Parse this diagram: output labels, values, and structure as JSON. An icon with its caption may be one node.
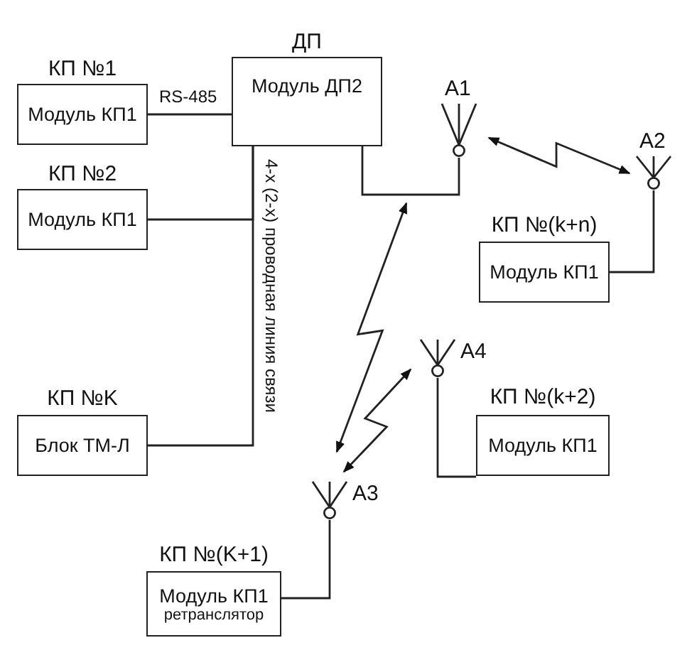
{
  "diagram": {
    "nodes": [
      {
        "text": [
          "ДП",
          "Модуль ДП2"
        ]
      },
      {
        "text": [
          "КП №1",
          "Модуль КП1"
        ]
      },
      {
        "text": [
          "КП №2",
          "Модуль КП1"
        ]
      },
      {
        "text": [
          "КП №K",
          "Блок ТМ-Л"
        ]
      },
      {
        "text": [
          "A1"
        ]
      },
      {
        "text": [
          "A2"
        ]
      },
      {
        "text": [
          "КП №(k+n)",
          "Модуль КП1"
        ]
      },
      {
        "text": [
          "A4"
        ]
      },
      {
        "text": [
          "КП №(k+2)",
          "Модуль КП1"
        ]
      },
      {
        "text": [
          "A3"
        ]
      },
      {
        "text": [
          "КП №(K+1)",
          "Модуль КП1",
          "ретранслятор"
        ]
      }
    ],
    "edges": [
      {
        "from": 1,
        "to": 0,
        "arrow": "none",
        "label": "RS-485"
      },
      {
        "from": 2,
        "to": 0,
        "arrow": "none"
      },
      {
        "from": 3,
        "to": 0,
        "arrow": "none",
        "label": "4-х (2-х) проводная линия связи"
      },
      {
        "from": 0,
        "to": 4,
        "arrow": "none"
      },
      {
        "from": 4,
        "to": 5,
        "arrow": "both"
      },
      {
        "from": 9,
        "to": 4,
        "arrow": "both"
      },
      {
        "from": 9,
        "to": 7,
        "arrow": "both"
      },
      {
        "from": 8,
        "to": 7,
        "arrow": "none"
      },
      {
        "from": 10,
        "to": 9,
        "arrow": "none"
      },
      {
        "from": 6,
        "to": 5,
        "arrow": "none"
      }
    ]
  }
}
